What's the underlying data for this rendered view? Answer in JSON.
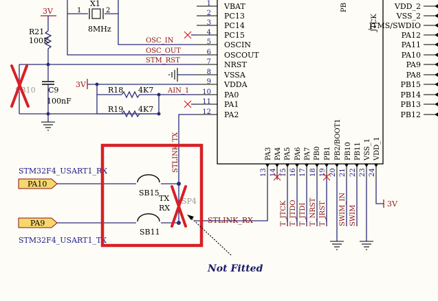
{
  "colors": {
    "wire": "#2b2b7a",
    "component": "#a0181c",
    "net_label": "#8b1010",
    "pin_number": "#1a1a8a",
    "highlight": "#d81f27",
    "tag_fill": "#f5d76e"
  },
  "power": {
    "top": "3V",
    "mid": "3V",
    "right": "3V"
  },
  "crystal": {
    "ref": "X1",
    "value": "8MHz",
    "pin1": "1",
    "pin2": "2"
  },
  "r21": {
    "ref": "R21",
    "value": "100K"
  },
  "sb10": {
    "ref": "SB10"
  },
  "c9": {
    "ref": "C9",
    "value": "100nF"
  },
  "r18": {
    "ref": "R18",
    "value": "4K7"
  },
  "r19": {
    "ref": "R19",
    "value": "4K7"
  },
  "nets": {
    "osc_in": "OSC_IN",
    "osc_out": "OSC_OUT",
    "stm_rst": "STM_RST",
    "ain1": "AIN_1",
    "stlink_tx": "STLINK_TX",
    "stlink_rx": "STLINK_RX"
  },
  "mcu": {
    "left_pins": [
      {
        "num": "1",
        "name": "VBAT"
      },
      {
        "num": "2",
        "name": "PC13"
      },
      {
        "num": "3",
        "name": "PC14"
      },
      {
        "num": "4",
        "name": "PC15"
      },
      {
        "num": "5",
        "name": "OSCIN"
      },
      {
        "num": "6",
        "name": "OSCOUT"
      },
      {
        "num": "7",
        "name": "NRST"
      },
      {
        "num": "8",
        "name": "VSSA"
      },
      {
        "num": "9",
        "name": "VDDA"
      },
      {
        "num": "10",
        "name": "PA0"
      },
      {
        "num": "11",
        "name": "PA1"
      },
      {
        "num": "12",
        "name": "PA2"
      }
    ],
    "right_pins": [
      "VDD_2",
      "VSS_2",
      "JTMS/SWDIO",
      "PA12",
      "PA11",
      "PA10",
      "PA9",
      "PA8",
      "PB15",
      "PB14",
      "PB13",
      "PB12"
    ],
    "top_frag": [
      "PB",
      "JTCK"
    ],
    "bottom_pins": [
      {
        "num": "13",
        "name": "PA3"
      },
      {
        "num": "14",
        "name": "PA4"
      },
      {
        "num": "15",
        "name": "PA5"
      },
      {
        "num": "16",
        "name": "PA6"
      },
      {
        "num": "17",
        "name": "PA7"
      },
      {
        "num": "18",
        "name": "PB0"
      },
      {
        "num": "19",
        "name": "PB1"
      },
      {
        "num": "20",
        "name": "PB2/BOOT1"
      },
      {
        "num": "21",
        "name": "PB10"
      },
      {
        "num": "22",
        "name": "PB11"
      },
      {
        "num": "23",
        "name": "VSS_1"
      },
      {
        "num": "24",
        "name": "VDD_1"
      }
    ],
    "bottom_nets": [
      "T_JTCK",
      "T_JTDO",
      "T_JTDI",
      "T_NRST",
      "T_JRST",
      "SWIM_IN",
      "SWIM"
    ]
  },
  "bridge": {
    "rx_label": "STM32F4_USART1_RX",
    "tx_label": "STM32F4_USART1_TX",
    "pa10": "PA10",
    "pa9": "PA9",
    "sb15": "SB15",
    "sb11": "SB11",
    "tx": "TX",
    "rx": "RX",
    "sp4": "SP4"
  },
  "note": "Not Fitted"
}
